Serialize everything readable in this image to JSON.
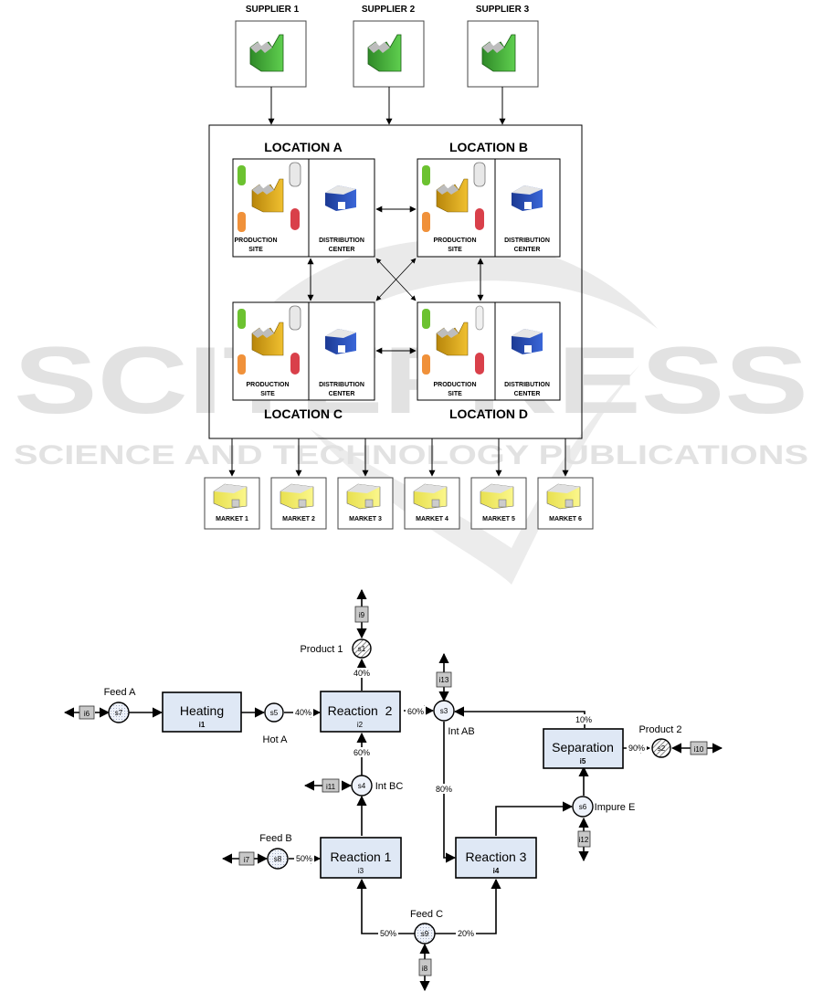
{
  "watermark": {
    "big": "SCITEPRESS",
    "small": "SCIENCE AND TECHNOLOGY PUBLICATIONS"
  },
  "supply_chain": {
    "suppliers": [
      {
        "label": "SUPPLIER 1",
        "icon": "factory-green-icon"
      },
      {
        "label": "SUPPLIER 2",
        "icon": "factory-green-icon"
      },
      {
        "label": "SUPPLIER 3",
        "icon": "factory-green-icon"
      }
    ],
    "locations": [
      {
        "label": "LOCATION A",
        "production": [
          "PRODUCTION",
          "SITE"
        ],
        "distribution": [
          "DISTRIBUTION",
          "CENTER"
        ]
      },
      {
        "label": "LOCATION B",
        "production": [
          "PRODUCTION",
          "SITE"
        ],
        "distribution": [
          "DISTRIBUTION",
          "CENTER"
        ]
      },
      {
        "label": "LOCATION C",
        "production": [
          "PRODUCTION",
          "SITE"
        ],
        "distribution": [
          "DISTRIBUTION",
          "CENTER"
        ]
      },
      {
        "label": "LOCATION D",
        "production": [
          "PRODUCTION",
          "SITE"
        ],
        "distribution": [
          "DISTRIBUTION",
          "CENTER"
        ]
      }
    ],
    "markets": [
      {
        "label": "MARKET 1"
      },
      {
        "label": "MARKET 2"
      },
      {
        "label": "MARKET 3"
      },
      {
        "label": "MARKET 4"
      },
      {
        "label": "MARKET 5"
      },
      {
        "label": "MARKET 6"
      }
    ],
    "colors": {
      "supplier_factory": "#3fa535",
      "production_factory": "#d4a017",
      "warehouse_blue": "#2a4fb8",
      "market_yellow": "#f5f06a",
      "vessel_green": "#6cc230",
      "vessel_orange": "#f0913a",
      "vessel_red": "#d9404a"
    }
  },
  "process_network": {
    "tasks": [
      {
        "id": "i1",
        "name": "Heating"
      },
      {
        "id": "i2",
        "name": "Reaction  2"
      },
      {
        "id": "i3",
        "name": "Reaction 1"
      },
      {
        "id": "i4",
        "name": "Reaction 3"
      },
      {
        "id": "i5",
        "name": "Separation"
      }
    ],
    "states": [
      {
        "id": "s1",
        "label": "Product 1",
        "type": "product"
      },
      {
        "id": "s2",
        "label": "Product 2",
        "type": "product"
      },
      {
        "id": "s3",
        "label": "Int AB",
        "type": "intermediate"
      },
      {
        "id": "s4",
        "label": "Int BC",
        "type": "intermediate"
      },
      {
        "id": "s5",
        "label": "Hot A",
        "type": "intermediate"
      },
      {
        "id": "s6",
        "label": "Impure E",
        "type": "intermediate"
      },
      {
        "id": "s7",
        "label": "Feed A",
        "type": "feed"
      },
      {
        "id": "s8",
        "label": "Feed B",
        "type": "feed"
      },
      {
        "id": "s9",
        "label": "Feed C",
        "type": "feed"
      }
    ],
    "transfers": [
      "i6",
      "i7",
      "i8",
      "i9",
      "i10",
      "i11",
      "i12",
      "i13"
    ],
    "fractions": {
      "s5_to_i2": "40%",
      "i2_to_s1": "40%",
      "i2_to_s3": "60%",
      "s4_to_i2": "60%",
      "s3_to_i4": "80%",
      "i5_to_s3": "10%",
      "i5_to_s2": "90%",
      "s8_to_i3": "50%",
      "s9_to_i3": "50%",
      "s9_to_i4": "20%"
    },
    "colors": {
      "task_fill": "#dfe8f5",
      "transfer_fill": "#c8c8c8",
      "state_fill": "#eef2fa"
    }
  }
}
